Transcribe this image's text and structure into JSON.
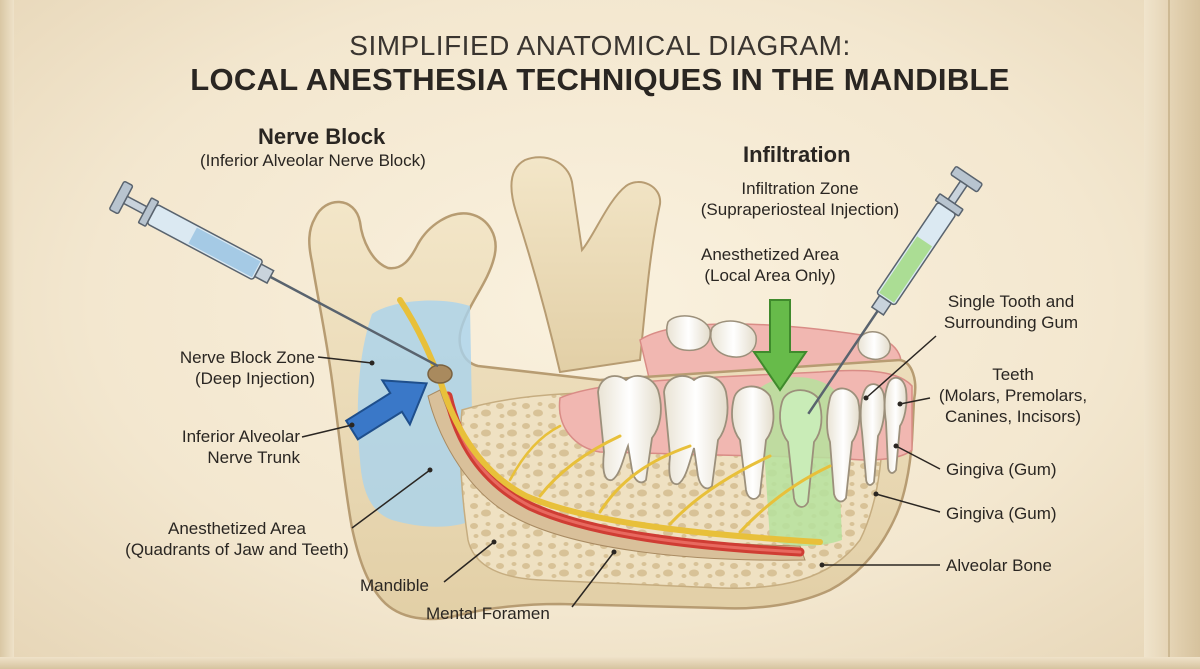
{
  "title": {
    "line1": "SIMPLIFIED ANATOMICAL DIAGRAM:",
    "line2": "LOCAL ANESTHESIA TECHNIQUES IN THE MANDIBLE"
  },
  "nerve_block": {
    "heading": "Nerve Block",
    "subheading": "(Inferior Alveolar Nerve Block)"
  },
  "infiltration": {
    "heading": "Infiltration",
    "zone_line1": "Infiltration Zone",
    "zone_line2": "(Supraperiosteal Injection)",
    "area_line1": "Anesthetized Area",
    "area_line2": "(Local Area Only)"
  },
  "labels": {
    "nerve_block_zone_line1": "Nerve Block Zone",
    "nerve_block_zone_line2": "(Deep Injection)",
    "nerve_trunk_line1": "Inferior Alveolar",
    "nerve_trunk_line2": "Nerve Trunk",
    "anesthetized_area_line1": "Anesthetized Area",
    "anesthetized_area_line2": "(Quadrants of Jaw and Teeth)",
    "mandible": "Mandible",
    "mental_foramen": "Mental Foramen",
    "single_tooth_line1": "Single Tooth and",
    "single_tooth_line2": "Surrounding Gum",
    "teeth_line1": "Teeth",
    "teeth_line2": "(Molars, Premolars,",
    "teeth_line3": "Canines, Incisors)",
    "gingiva_1": "Gingiva (Gum)",
    "gingiva_2": "Gingiva (Gum)",
    "alveolar_bone": "Alveolar Bone"
  },
  "colors": {
    "bone": "#ecdcb8",
    "bone_outline": "#b79c72",
    "nerve": "#e8c03a",
    "artery": "#cf3d34",
    "gum": "#f1b7b1",
    "block_zone": "#a9d3ee",
    "infiltration_zone": "#b6e29e",
    "arrow_blue": "#3a78c8",
    "arrow_green": "#67bb4a",
    "leader": "#2a2622"
  }
}
